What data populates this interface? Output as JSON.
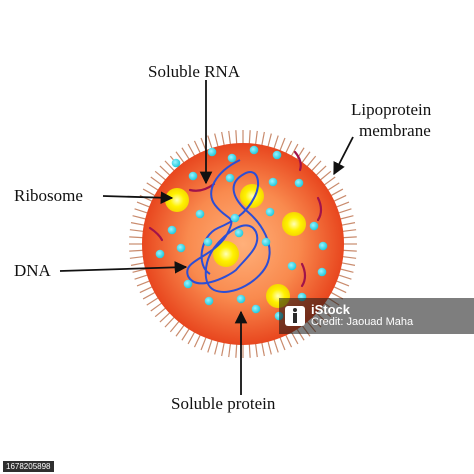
{
  "labels": {
    "soluble_rna": "Soluble RNA",
    "lipoprotein_line1": "Lipoprotein",
    "lipoprotein_line2": "membrane",
    "ribosome": "Ribosome",
    "dna": "DNA",
    "soluble_protein": "Soluble protein"
  },
  "watermark": {
    "brand": "iStock",
    "credit": "Credit: Jaouad Maha",
    "stock_id": "1678205898"
  },
  "colors": {
    "cell_outer": "#e8461e",
    "cell_inner": "#ffb07a",
    "spikes": "#c98b6d",
    "ribosome": "#ffee00",
    "soluble_protein": "#33d4e6",
    "dna": "#2c4ed6",
    "soluble_rna": "#a1134a",
    "arrows": "#111111"
  }
}
